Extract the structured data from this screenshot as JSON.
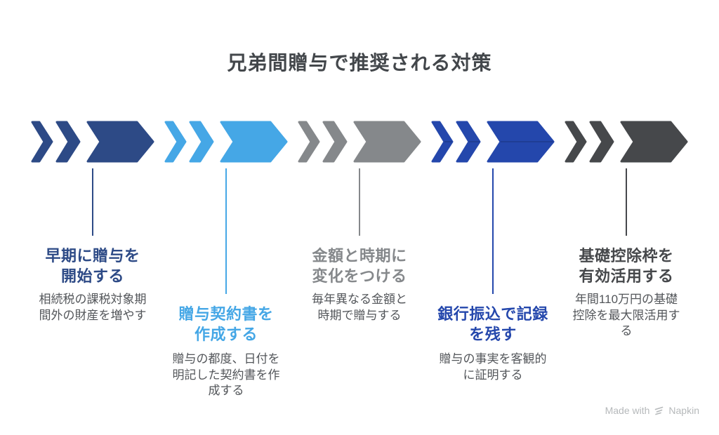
{
  "title": {
    "text": "兄弟間贈与で推奨される対策",
    "color": "#43474b"
  },
  "steps": [
    {
      "heading": "早期に贈与を\n開始する",
      "desc": "相続税の課税対象期\n間外の財産を増やす",
      "color": "#2d4a86"
    },
    {
      "heading": "贈与契約書を\n作成する",
      "desc": "贈与の都度、日付を\n明記した契約書を作\n成する",
      "color": "#45a7e6"
    },
    {
      "heading": "金額と時期に\n変化をつける",
      "desc": "毎年異なる金額と\n時期で贈与する",
      "color": "#85888b"
    },
    {
      "heading": "銀行振込で記録\nを残す",
      "desc": "贈与の事実を客観的\nに証明する",
      "color": "#2447ac"
    },
    {
      "heading": "基礎控除枠を\n有効活用する",
      "desc": "年間110万円の基礎\n控除を最大限活用す\nる",
      "color": "#46484b"
    }
  ],
  "colors": {
    "background": "#ffffff",
    "desc_text": "#53565a",
    "watermark": "#b6b9bb"
  },
  "watermark": {
    "text": "Made with",
    "brand": "Napkin"
  }
}
